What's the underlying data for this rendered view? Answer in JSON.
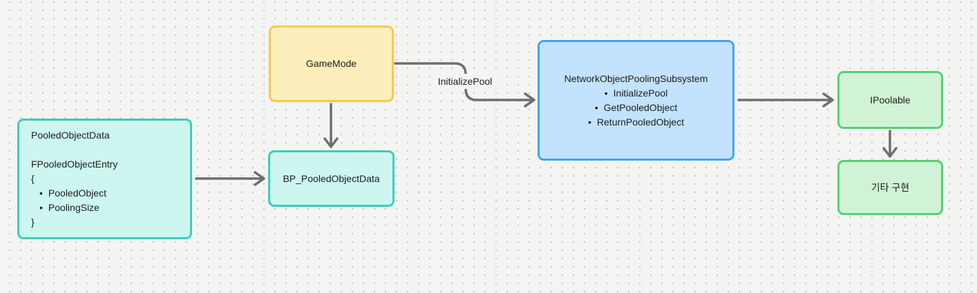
{
  "diagram": {
    "background_color": "#f4f4f2",
    "dot_color": "#c6c6c4",
    "arrow_color": "#6e6e6e",
    "bullet": "•"
  },
  "nodes": {
    "game_mode": {
      "label": "GameMode",
      "fill": "#fdeebc",
      "border": "#f7c94b"
    },
    "pooled_object_data": {
      "title": "PooledObjectData",
      "struct_name": "FPooledObjectEntry",
      "brace_open": "{",
      "fields": [
        "PooledObject",
        "PoolingSize"
      ],
      "brace_close": "}",
      "fill": "#ccf6ef",
      "border": "#3fcbbb"
    },
    "bp_pooled_object_data": {
      "label": "BP_PooledObjectData",
      "fill": "#ccf6ef",
      "border": "#3fcbbb"
    },
    "network_object_pooling_subsystem": {
      "title": "NetworkObjectPoolingSubsystem",
      "methods": [
        "InitializePool",
        "GetPooledObject",
        "ReturnPooledObject"
      ],
      "fill": "#c2e2fd",
      "border": "#41a4f5"
    },
    "ipoolable": {
      "label": "IPoolable",
      "fill": "#d0f3d6",
      "border": "#55d171"
    },
    "other_implementation": {
      "label": "기타 구현",
      "fill": "#d0f3d6",
      "border": "#55d171"
    }
  },
  "edges": {
    "game_mode_to_subsystem_label": "InitializePool"
  }
}
